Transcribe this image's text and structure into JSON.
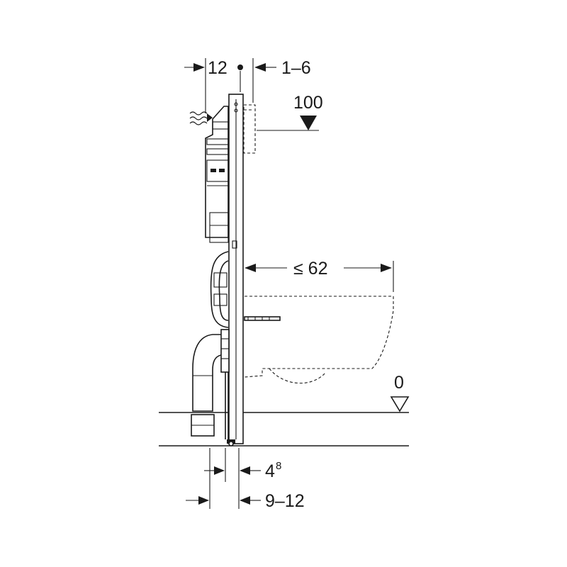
{
  "dimensions": {
    "top_left": "12",
    "top_right": "1–6",
    "height_mark": "100",
    "depth": "≤ 62",
    "floor_level": "0",
    "bottom_upper_base": "4",
    "bottom_upper_sup": "8",
    "bottom_lower": "9–12"
  }
}
